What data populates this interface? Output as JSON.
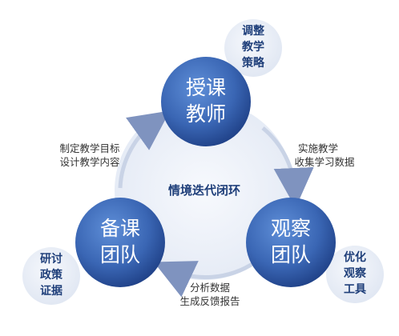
{
  "center": {
    "label": "情境迭代闭环"
  },
  "nodes": {
    "teacher": {
      "line1": "授课",
      "line2": "教师"
    },
    "prep": {
      "line1": "备课",
      "line2": "团队"
    },
    "observe": {
      "line1": "观察",
      "line2": "团队"
    }
  },
  "side_bubbles": {
    "teacher": {
      "line1": "调整",
      "line2": "教学",
      "line3": "策略"
    },
    "prep": {
      "line1": "研讨",
      "line2": "政策",
      "line3": "证据"
    },
    "observe": {
      "line1": "优化",
      "line2": "观察",
      "line3": "工具"
    }
  },
  "edges": {
    "prep_to_teacher": {
      "line1": "制定教学目标",
      "line2": "设计教学内容"
    },
    "teacher_to_observe": {
      "line1": "实施教学",
      "line2": "收集学习数据"
    },
    "observe_to_prep": {
      "line1": "分析数据",
      "line2": "生成反馈报告"
    }
  },
  "colors": {
    "node_fill": "#3a66b4",
    "node_dark": "#1e3f85",
    "bubble_fill": "#e8eef8",
    "ring": "#c9d3e6",
    "arrow": "#7f93bf"
  }
}
